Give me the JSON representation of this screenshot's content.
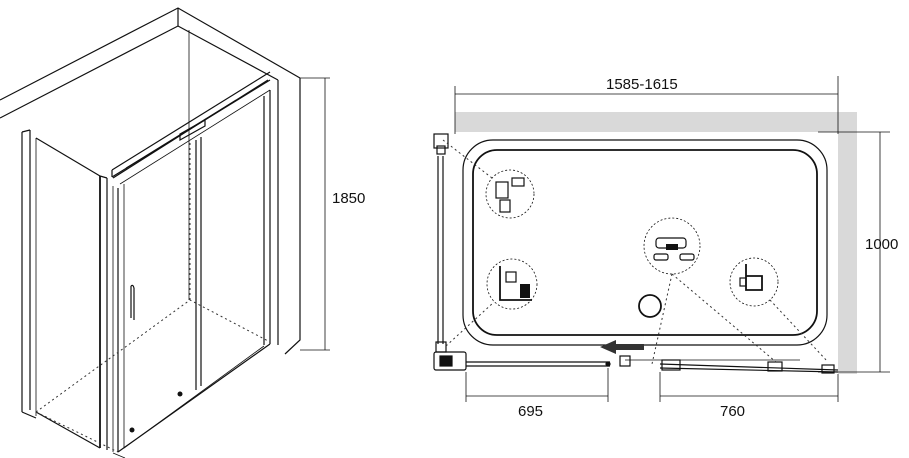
{
  "dimensions": {
    "height": "1850",
    "width_range": "1585-1615",
    "depth": "1000",
    "fixed_panel": "695",
    "sliding_door": "760"
  }
}
